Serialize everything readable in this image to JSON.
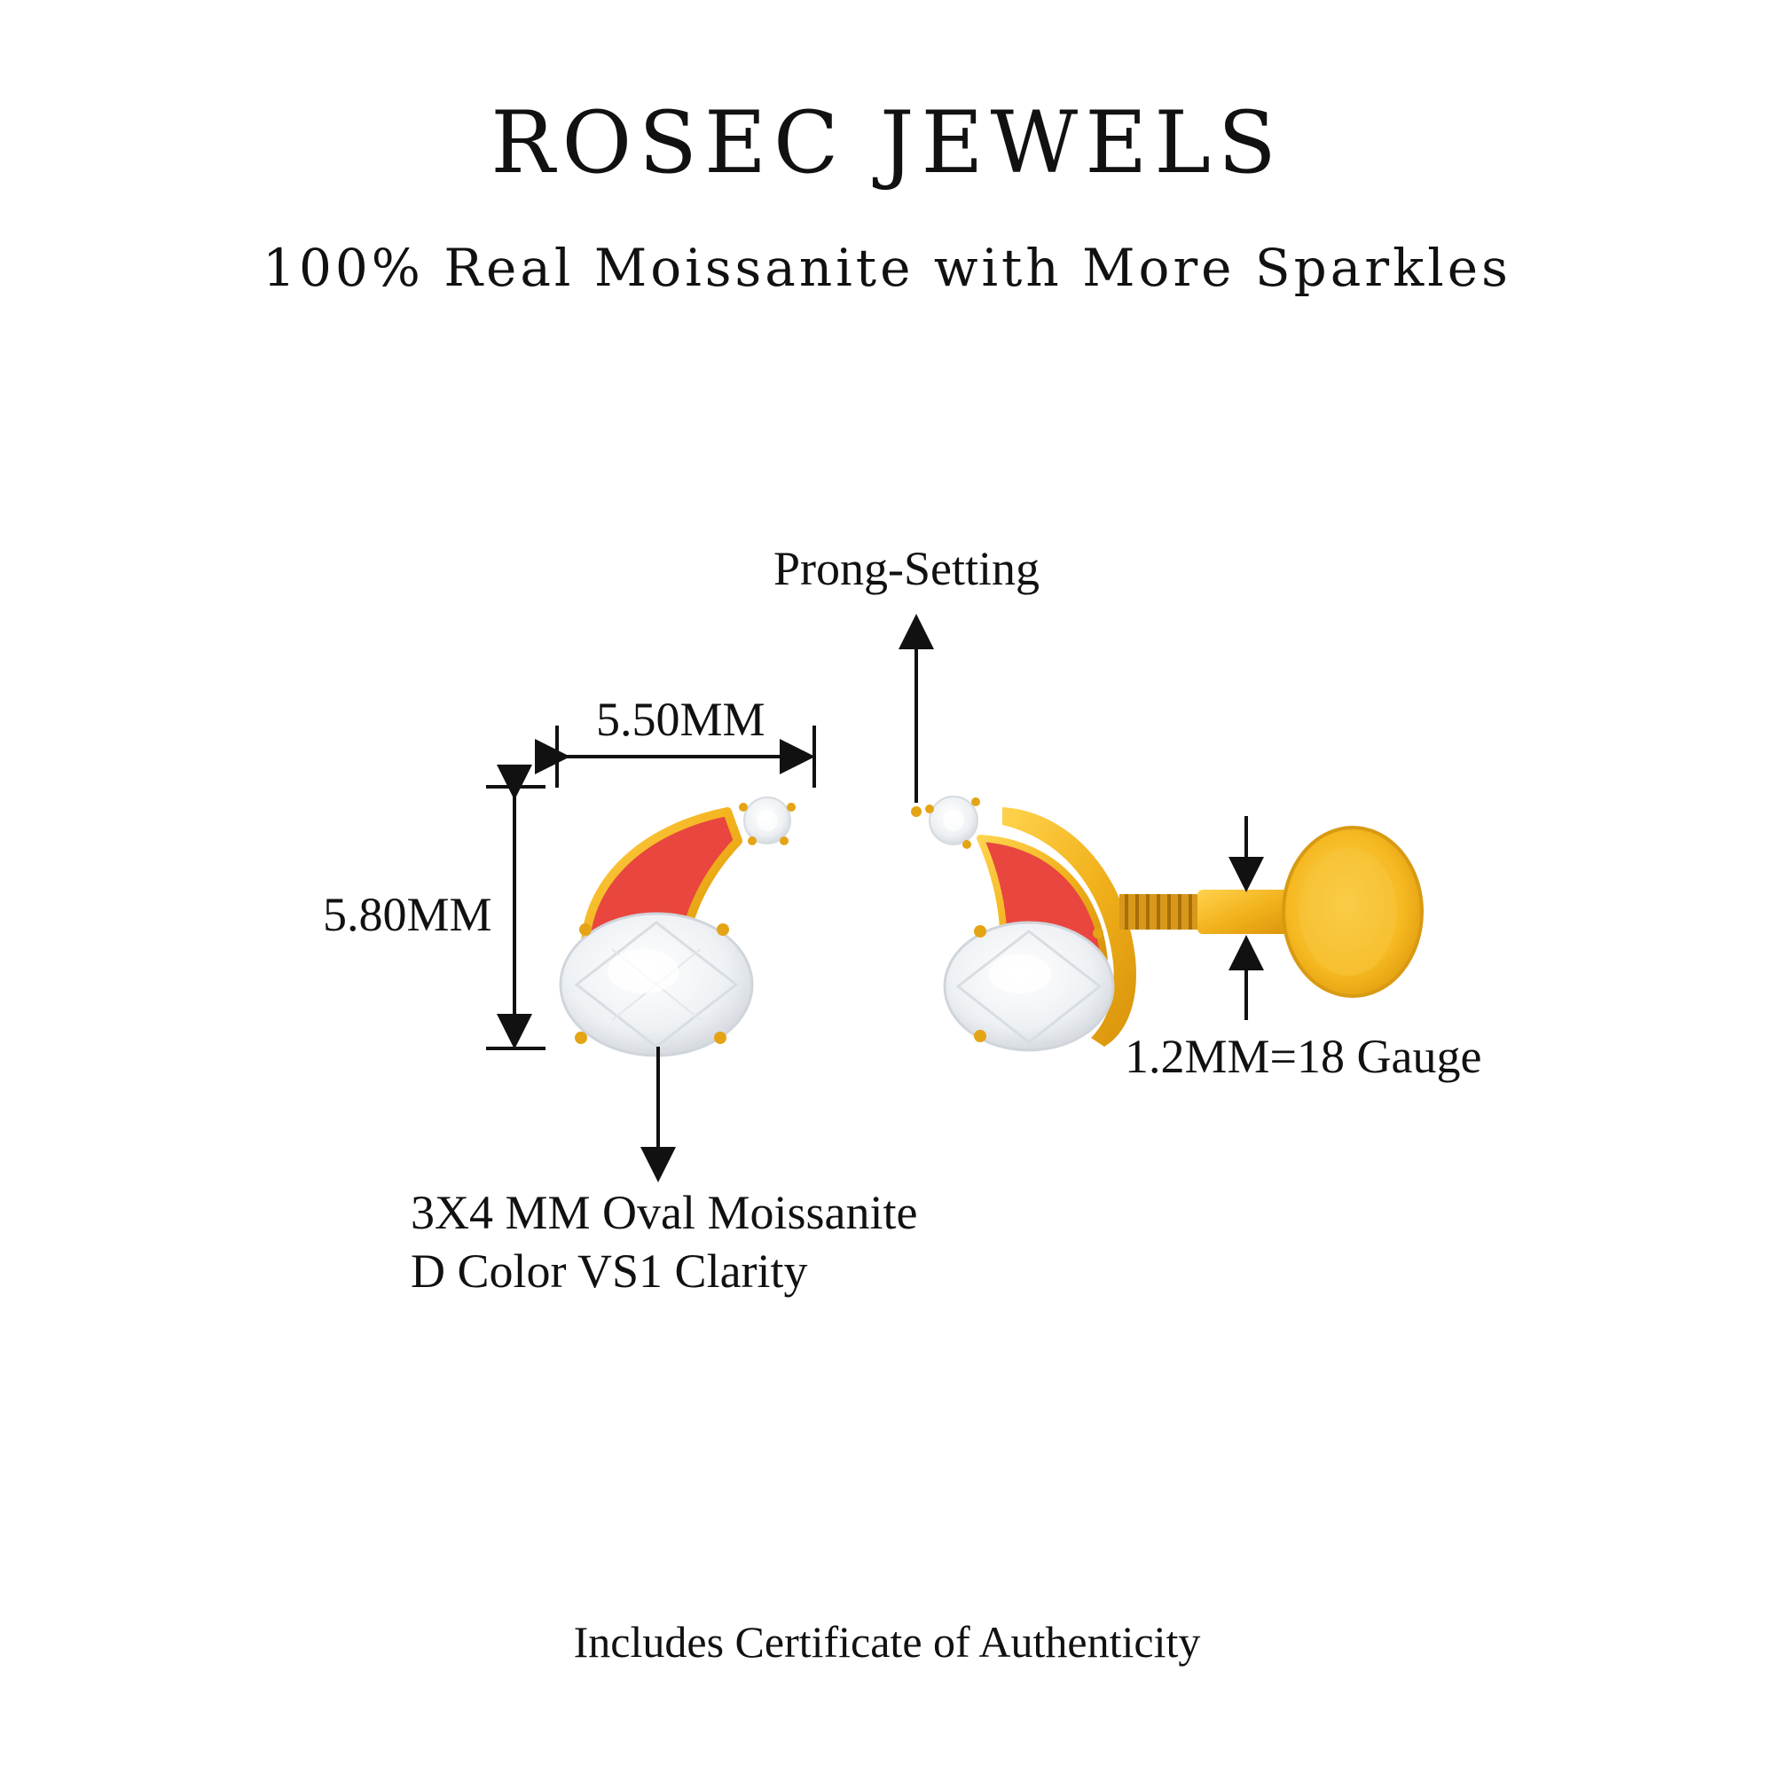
{
  "header": {
    "brand": "ROSEC JEWELS",
    "tagline": "100% Real Moissanite with More Sparkles"
  },
  "annotations": {
    "prong_setting": "Prong-Setting",
    "width": "5.50MM",
    "height": "5.80MM",
    "gauge": "1.2MM=18 Gauge",
    "stone_line1": "3X4 MM Oval Moissanite",
    "stone_line2": "D Color VS1 Clarity"
  },
  "footer": {
    "certificate": "Includes Certificate of Authenticity"
  },
  "colors": {
    "gold": "#F2B21C",
    "enamel_red": "#E8463E",
    "stone": "#F4F6F8",
    "text": "#111111"
  },
  "product": {
    "icon_front": "santa-hat-earring-front",
    "icon_side": "santa-hat-earring-side"
  }
}
